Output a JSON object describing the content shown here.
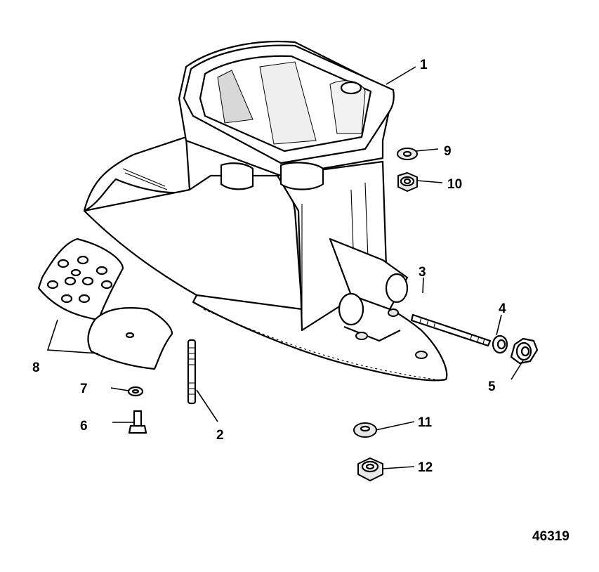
{
  "diagram": {
    "callouts": [
      {
        "id": "1",
        "label": "1"
      },
      {
        "id": "2",
        "label": "2"
      },
      {
        "id": "3",
        "label": "3"
      },
      {
        "id": "4",
        "label": "4"
      },
      {
        "id": "5",
        "label": "5"
      },
      {
        "id": "6",
        "label": "6"
      },
      {
        "id": "7",
        "label": "7"
      },
      {
        "id": "8",
        "label": "8"
      },
      {
        "id": "9",
        "label": "9"
      },
      {
        "id": "10",
        "label": "10"
      },
      {
        "id": "11",
        "label": "11"
      },
      {
        "id": "12",
        "label": "12"
      }
    ],
    "figure_number": "46319"
  }
}
